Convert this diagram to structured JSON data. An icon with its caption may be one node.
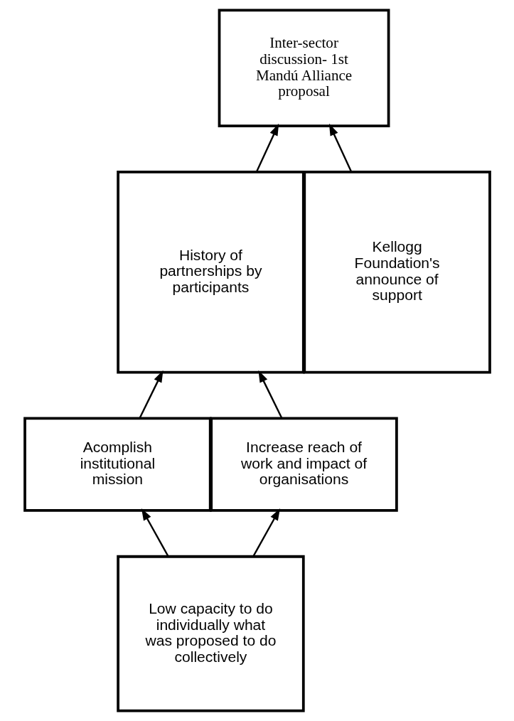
{
  "diagram": {
    "nodes": [
      {
        "text": [
          "Inter-sector discussion- 1st Mandú Alliance proposal"
        ]
      },
      {
        "text": [
          "History of partnerships by participants"
        ]
      },
      {
        "text": [
          "Kellogg Foundation's announce of support"
        ]
      },
      {
        "text": [
          "Acomplish institutional mission"
        ]
      },
      {
        "text": [
          "Increase reach of work and impact of organisations"
        ]
      },
      {
        "text": [
          "Low capacity to do individually what was proposed to do collectively"
        ]
      }
    ],
    "edges": [
      {
        "from": 1,
        "to": 0,
        "arrow": "to"
      },
      {
        "from": 2,
        "to": 0,
        "arrow": "to"
      },
      {
        "from": 3,
        "to": 1,
        "arrow": "to"
      },
      {
        "from": 4,
        "to": 1,
        "arrow": "to"
      },
      {
        "from": 5,
        "to": 3,
        "arrow": "to"
      },
      {
        "from": 5,
        "to": 4,
        "arrow": "to"
      }
    ]
  }
}
